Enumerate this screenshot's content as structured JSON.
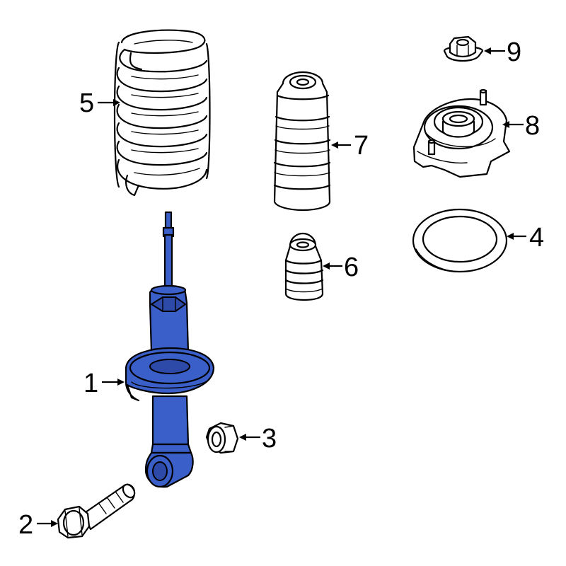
{
  "diagram": {
    "highlight_color": "#3b5fc9",
    "parts": [
      {
        "id": "1",
        "name": "shock-absorber",
        "highlighted": true
      },
      {
        "id": "2",
        "name": "bolt",
        "highlighted": false
      },
      {
        "id": "3",
        "name": "nut",
        "highlighted": false
      },
      {
        "id": "4",
        "name": "insulator",
        "highlighted": false
      },
      {
        "id": "5",
        "name": "coil-spring",
        "highlighted": false
      },
      {
        "id": "6",
        "name": "bump-stop",
        "highlighted": false
      },
      {
        "id": "7",
        "name": "dust-boot",
        "highlighted": false
      },
      {
        "id": "8",
        "name": "strut-mount",
        "highlighted": false
      },
      {
        "id": "9",
        "name": "mount-nut",
        "highlighted": false
      }
    ]
  }
}
